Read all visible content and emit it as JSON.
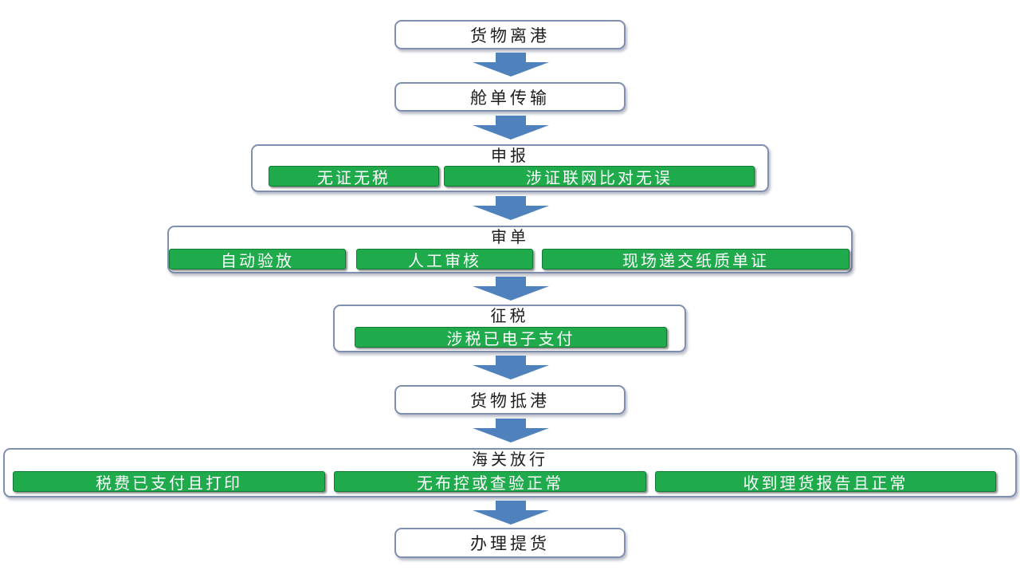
{
  "steps": {
    "depart": "货物离港",
    "manifest": "舱单传输",
    "declare": {
      "title": "申报",
      "items": [
        "无证无税",
        "涉证联网比对无误"
      ]
    },
    "review": {
      "title": "审单",
      "items": [
        "自动验放",
        "人工审核",
        "现场递交纸质单证"
      ]
    },
    "tax": {
      "title": "征税",
      "items": [
        "涉税已电子支付"
      ]
    },
    "arrive": "货物抵港",
    "release": {
      "title": "海关放行",
      "items": [
        "税费已支付且打印",
        "无布控或查验正常",
        "收到理货报告且正常"
      ]
    },
    "pickup": "办理提货"
  },
  "colors": {
    "box_border": "#7f8fb0",
    "tag_fill": "#1faa4c",
    "arrow_fill": "#4f81bd"
  }
}
